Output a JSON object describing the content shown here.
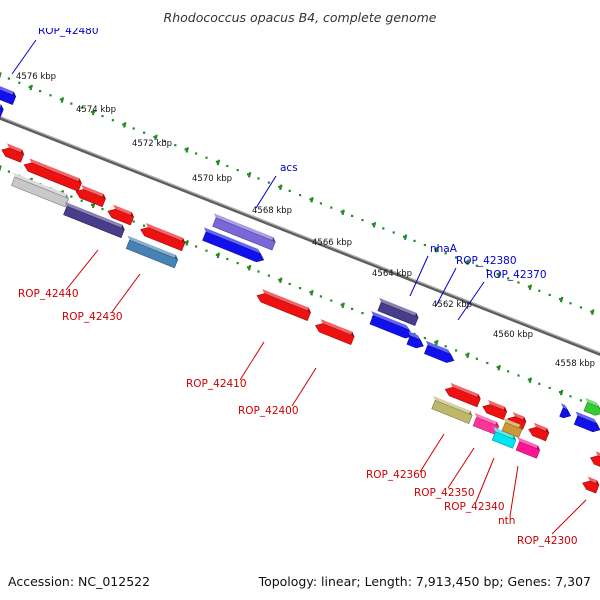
{
  "title": "Rhodococcus opacus B4, complete genome",
  "footer": {
    "accession": "Accession: NC_012522",
    "summary": "Topology: linear; Length: 7,913,450 bp; Genes: 7,307"
  },
  "colors": {
    "backbone": "#7a7a7a",
    "tick": "#228b22",
    "forward_label": "#0000cc",
    "reverse_label": "#cc0000",
    "gene_red": "#ee1111",
    "gene_blue": "#1111ee",
    "gene_green": "#33cc33"
  },
  "scale_labels": [
    "4576 kbp",
    "4574 kbp",
    "4572 kbp",
    "4570 kbp",
    "4568 kbp",
    "4566 kbp",
    "4564 kbp",
    "4562 kbp",
    "4560 kbp",
    "4558 kbp"
  ],
  "gene_labels": [
    {
      "text": "ROP_42480",
      "strand": "forward"
    },
    {
      "text": "acs",
      "strand": "forward"
    },
    {
      "text": "nhaA",
      "strand": "forward"
    },
    {
      "text": "ROP_42380",
      "strand": "forward"
    },
    {
      "text": "ROP_42370",
      "strand": "forward"
    },
    {
      "text": "ROP_42440",
      "strand": "reverse"
    },
    {
      "text": "ROP_42430",
      "strand": "reverse"
    },
    {
      "text": "ROP_42410",
      "strand": "reverse"
    },
    {
      "text": "ROP_42400",
      "strand": "reverse"
    },
    {
      "text": "ROP_42360",
      "strand": "reverse"
    },
    {
      "text": "ROP_42350",
      "strand": "reverse"
    },
    {
      "text": "ROP_42340",
      "strand": "reverse"
    },
    {
      "text": "nth",
      "strand": "reverse"
    },
    {
      "text": "ROP_42300",
      "strand": "reverse"
    }
  ]
}
